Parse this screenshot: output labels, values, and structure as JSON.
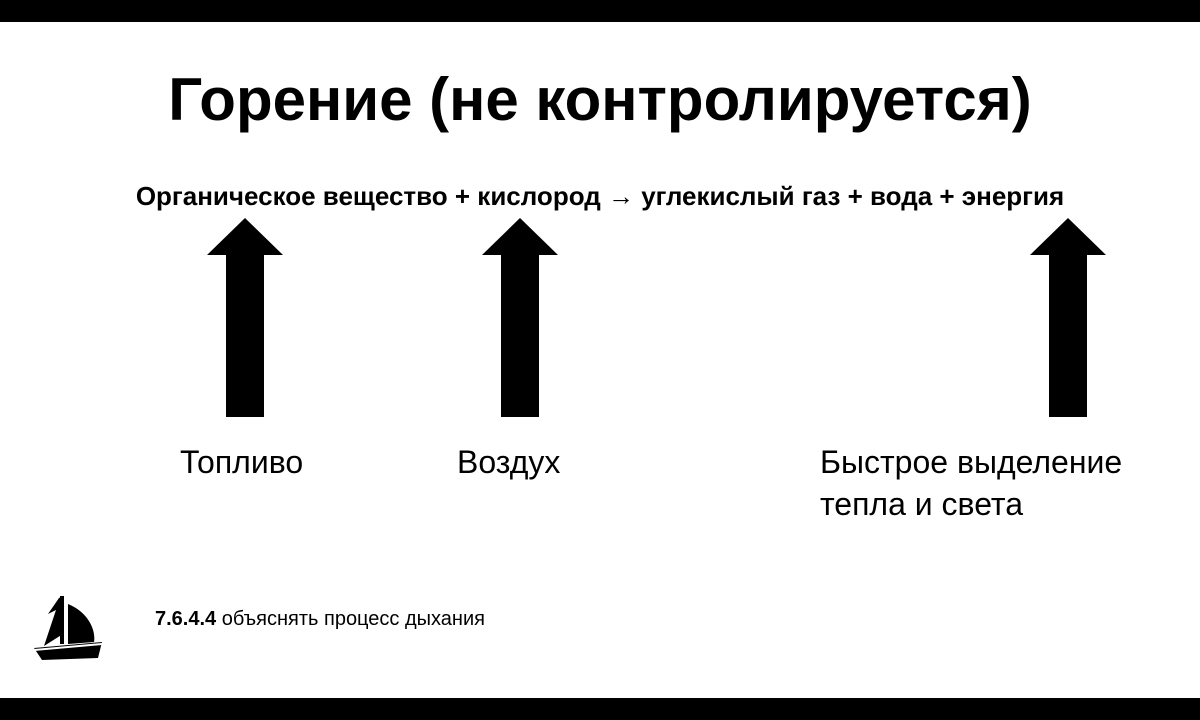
{
  "slide": {
    "title": "Горение (не контролируется)",
    "equation": "Органическое вещество + кислород → углекислый газ + вода + энергия",
    "arrows": [
      {
        "name": "fuel",
        "label_lines": [
          "Топливо"
        ]
      },
      {
        "name": "air",
        "label_lines": [
          "Воздух"
        ]
      },
      {
        "name": "energy",
        "label_lines": [
          "Быстрое выделение",
          "тепла и света"
        ]
      }
    ],
    "labels": {
      "fuel": "Топливо",
      "air": "Воздух",
      "energy_line1": "Быстрое выделение",
      "energy_line2": "тепла и света"
    },
    "footer": {
      "icon": "sailboat-icon",
      "code": "7.6.4.4",
      "objective": " объяснять процесс дыхания"
    },
    "colors": {
      "background": "#ffffff",
      "text": "#000000",
      "letterbox": "#000000"
    }
  }
}
